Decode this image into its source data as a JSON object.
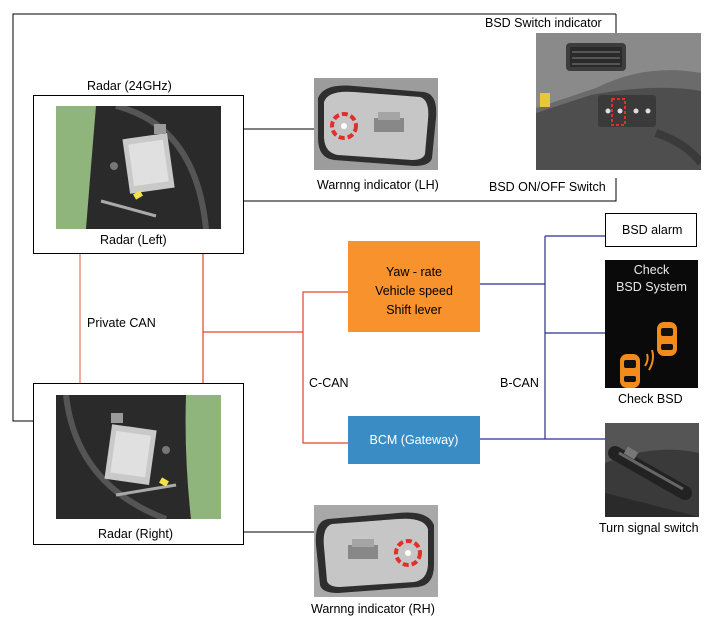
{
  "labels": {
    "bsd_switch_indicator": "BSD Switch indicator",
    "bsd_onoff_switch": "BSD ON/OFF Switch",
    "radar_24ghz": "Radar (24GHz)",
    "radar_left": "Radar (Left)",
    "radar_right": "Radar (Right)",
    "warning_lh": "Warnng indicator (LH)",
    "warning_rh": "Warnng indicator (RH)",
    "private_can": "Private CAN",
    "c_can": "C-CAN",
    "b_can": "B-CAN",
    "bsd_alarm": "BSD alarm",
    "check_bsd": "Check BSD",
    "turn_signal_switch": "Turn signal switch"
  },
  "ecu": {
    "line1": "Yaw - rate",
    "line2": "Vehicle speed",
    "line3": "Shift lever"
  },
  "bcm": "BCM (Gateway)",
  "cluster_screen": {
    "line1": "Check",
    "line2": "BSD System"
  },
  "colors": {
    "private_can": "#e05a3c",
    "c_can": "#e0432c",
    "b_can": "#2d2d8f",
    "ecu_fill": "#f7922d",
    "bcm_fill": "#3a8dc4",
    "radar_bg_green": "#8fb47c"
  }
}
